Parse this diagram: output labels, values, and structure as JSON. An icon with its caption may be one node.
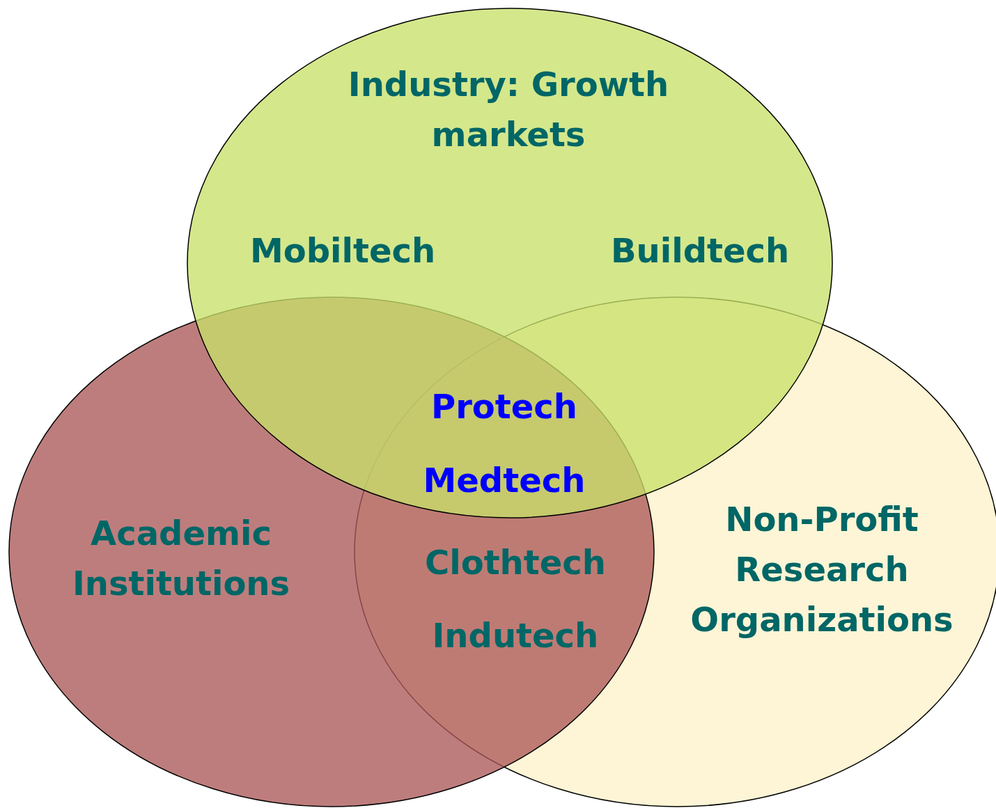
{
  "diagram": {
    "nodes": [
      {
        "text": [
          "Industry: Growth markets"
        ]
      },
      {
        "text": [
          "Academic Institutions"
        ]
      },
      {
        "text": [
          "Non-Profit Research Organizations"
        ]
      }
    ],
    "labels": [
      "Mobiltech",
      "Buildtech",
      "Protech",
      "Medtech",
      "Clothtech",
      "Indutech"
    ]
  }
}
